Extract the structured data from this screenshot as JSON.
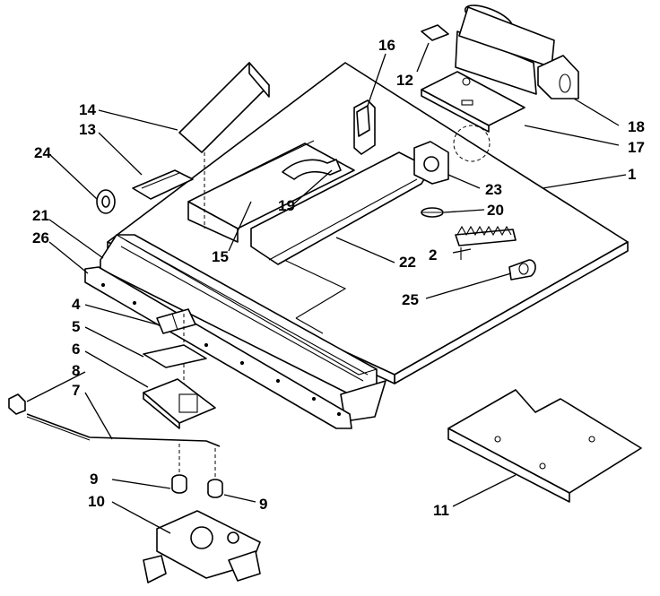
{
  "callouts": {
    "c1": "1",
    "c2": "2",
    "c4": "4",
    "c5": "5",
    "c6": "6",
    "c7": "7",
    "c8": "8",
    "c9a": "9",
    "c9b": "9",
    "c10": "10",
    "c11": "11",
    "c12": "12",
    "c13": "13",
    "c14": "14",
    "c15": "15",
    "c16": "16",
    "c17": "17",
    "c18": "18",
    "c19": "19",
    "c20": "20",
    "c21": "21",
    "c22": "22",
    "c23": "23",
    "c24": "24",
    "c25": "25",
    "c26": "26"
  },
  "colors": {
    "line": "#000000",
    "background": "#ffffff"
  }
}
